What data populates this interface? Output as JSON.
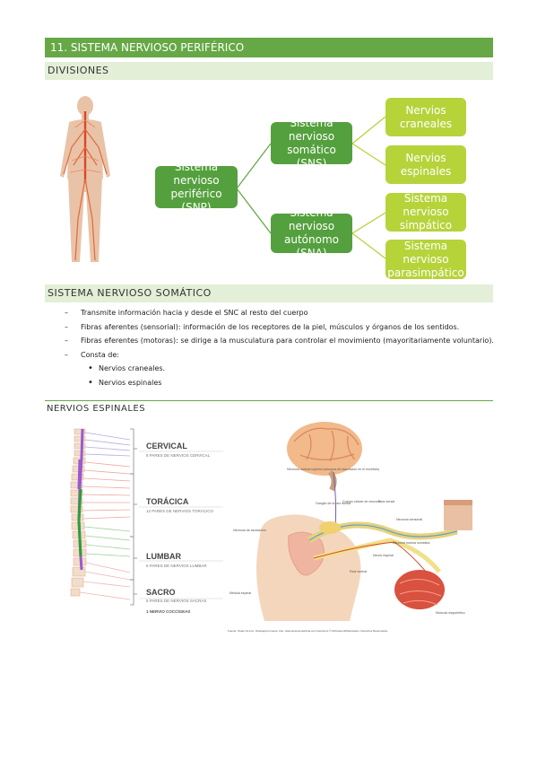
{
  "title": "11. SISTEMA NERVIOSO PERIFÉRICO",
  "divisiones": {
    "heading": "DIVISIONES",
    "root": "Sistema nervioso periférico (SNP)",
    "somatico": "Sistema nervioso somático (SNS)",
    "autonomo": "Sistema nervioso autónomo (SNA)",
    "craneales": "Nervios craneales",
    "espinales": "Nervios espinales",
    "simpatico": "Sistema nervioso simpático",
    "parasimpatico": "Sistema nervioso parasimpático"
  },
  "somatico_section": {
    "heading": "SISTEMA NERVIOSO SOMÁTICO",
    "items": [
      "Transmite información hacia y desde el SNC al resto del cuerpo",
      "Fibras aferentes (sensorial): información de los receptores de la piel, músculos y órganos de los sentidos.",
      "Fibras eferentes (motoras): se dirige a la musculatura para controlar el movimiento (mayoritariamente voluntario).",
      "Consta de:"
    ],
    "sub_items": [
      "Nervios craneales.",
      "Nervios espinales"
    ]
  },
  "espinales_section": {
    "heading": "NERVIOS ESPINALES",
    "spine": {
      "cervical": "CERVICAL",
      "cervical_sub": "8 PARES DE NERVIOS CERVICAL",
      "toracica": "TORÁCICA",
      "toracica_sub": "12 PARES DE NERVIOS TORÁCICO",
      "lumbar": "LUMBAR",
      "lumbar_sub": "5 PARES DE NERVIOS LUMBAR",
      "sacro": "SACRO",
      "sacro_sub": "5 PARES DE NERVIOS SACRAS",
      "coccigeas": "1 NERVIO COCCÍGEAS"
    },
    "reflex": {
      "neurona_motora_superior": "Neurona motora superior (neurona de asociación en el encéfalo)",
      "ganglio": "Ganglio de la raíz dorsal",
      "cuerpo_celular": "Cuerpo celular de neurona",
      "raiz_dorsal": "Raíz dorsal",
      "neurona_sensorial": "Neurona sensorial",
      "neurona_asociacion": "Neurona de asociación",
      "neurona_motora_somatica": "Neurona motora somática",
      "nervio_espinal": "Nervio espinal",
      "raiz_ventral": "Raíz ventral",
      "medula_espinal": "Médula espinal",
      "musculo": "Músculo esquelético",
      "credit": "Fuente: Stuart Ira Fox: Fisiología humana, 14e: www.accessmedicina.com Derechos © McGraw-Hill Education. Derechos Reservados."
    }
  }
}
